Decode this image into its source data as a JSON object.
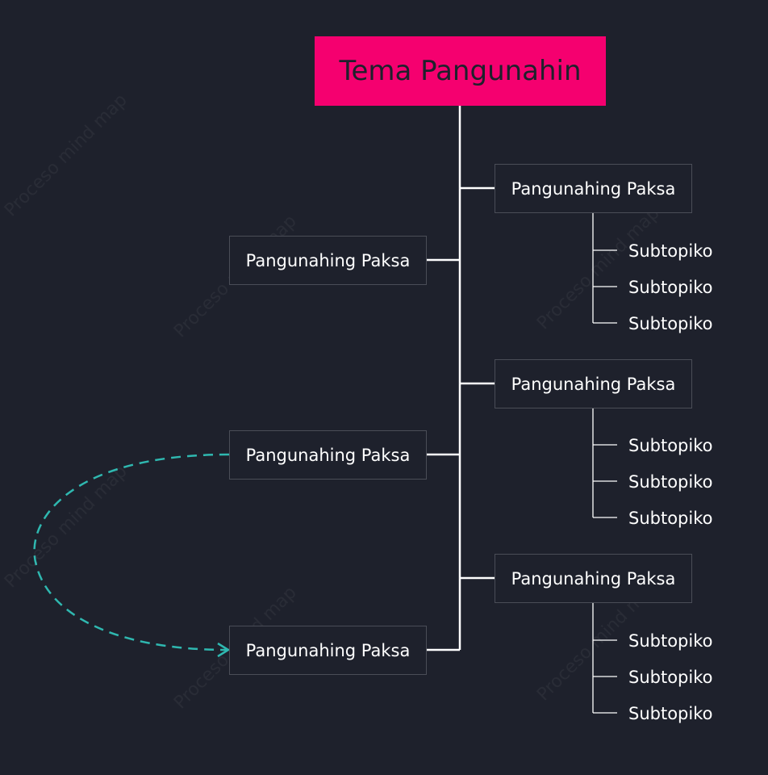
{
  "root": {
    "label": "Tema Pangunahin"
  },
  "left_topics": [
    {
      "label": "Pangunahing Paksa"
    },
    {
      "label": "Pangunahing Paksa"
    },
    {
      "label": "Pangunahing Paksa"
    }
  ],
  "right_topics": [
    {
      "label": "Pangunahing Paksa",
      "subtopics": [
        "Subtopiko",
        "Subtopiko",
        "Subtopiko"
      ]
    },
    {
      "label": "Pangunahing Paksa",
      "subtopics": [
        "Subtopiko",
        "Subtopiko",
        "Subtopiko"
      ]
    },
    {
      "label": "Pangunahing Paksa",
      "subtopics": [
        "Subtopiko",
        "Subtopiko",
        "Subtopiko"
      ]
    }
  ],
  "colors": {
    "background": "#1e212c",
    "root_fill": "#f5006f",
    "connector": "#ffffff",
    "relation": "#2fb8b0"
  }
}
